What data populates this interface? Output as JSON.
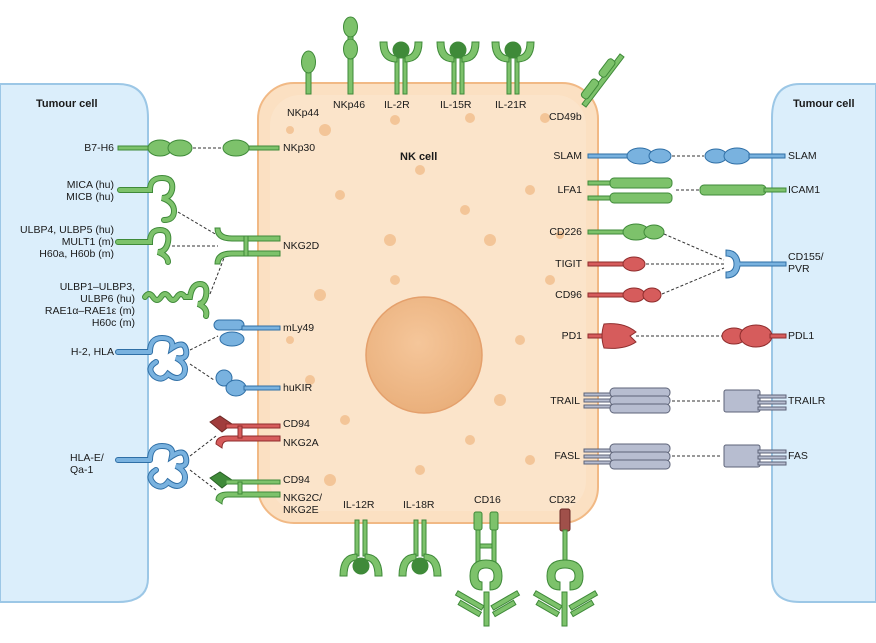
{
  "tumour_left": {
    "title": "Tumour cell"
  },
  "tumour_right": {
    "title": "Tumour cell"
  },
  "nk_cell": {
    "title": "NK cell"
  },
  "top_receptors": [
    "NKp44",
    "NKp46",
    "IL-2R",
    "IL-15R",
    "IL-21R",
    "CD49b"
  ],
  "bottom_receptors": [
    "IL-12R",
    "IL-18R",
    "CD16",
    "CD32"
  ],
  "left_ligands": {
    "b7h6": "B7-H6",
    "mica": "MICA (hu)\nMICB (hu)",
    "ulbp4": "ULBP4, ULBP5 (hu)\nMULT1 (m)\nH60a, H60b (m)",
    "ulbp1": "ULBP1–ULBP3,\nULBP6 (hu)\nRAE1α–RAE1ε (m)\nH60c (m)",
    "h2": "H-2, HLA",
    "hlae": "HLA-E/\nQa-1"
  },
  "left_receptors": {
    "nkp30": "NKp30",
    "nkg2d": "NKG2D",
    "mly49": "mLy49",
    "hukir": "huKIR",
    "cd94a": "CD94",
    "nkg2a": "NKG2A",
    "cd94b": "CD94",
    "nkg2c": "NKG2C/\nNKG2E"
  },
  "right_receptors": {
    "slam": "SLAM",
    "lfa1": "LFA1",
    "cd226": "CD226",
    "tigit": "TIGIT",
    "cd96": "CD96",
    "pd1": "PD1",
    "trail": "TRAIL",
    "fasl": "FASL"
  },
  "right_ligands": {
    "slam": "SLAM",
    "icam1": "ICAM1",
    "cd155": "CD155/\nPVR",
    "pdl1": "PDL1",
    "trailr": "TRAILR",
    "fas": "FAS"
  },
  "colors": {
    "green": "#7dc26b",
    "green_dark": "#3f8a39",
    "blue": "#79b2df",
    "blue_dark": "#2f6fa6",
    "red": "#d65c5c",
    "red_dark": "#8f2d2d",
    "grey": "#b7bdd0",
    "grey_dark": "#5d6378",
    "nk_fill": "#fbe0c2",
    "nk_border": "#f1b985",
    "tumour_fill": "#dbeefb",
    "tumour_border": "#9cc7e6"
  }
}
